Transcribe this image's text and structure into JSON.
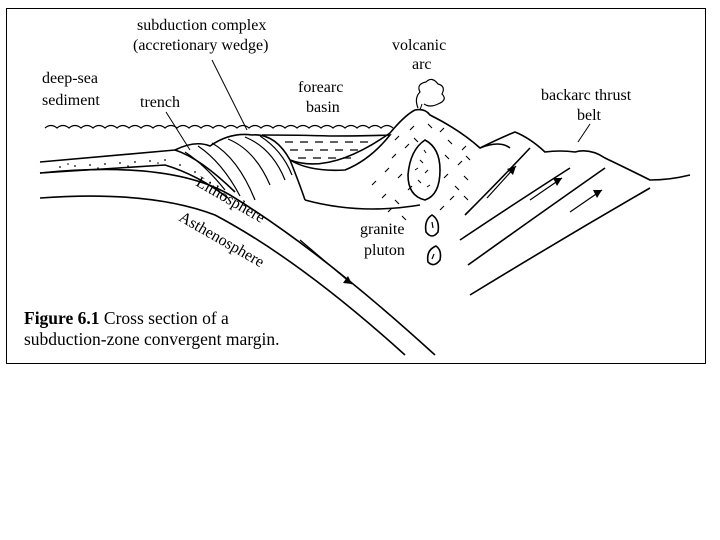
{
  "figure": {
    "labels": {
      "subduction_complex": "subduction complex",
      "accretionary_wedge": "(accretionary wedge)",
      "volcanic": "volcanic",
      "arc": "arc",
      "deep_sea": "deep-sea",
      "sediment": "sediment",
      "trench": "trench",
      "forearc": "forearc",
      "basin": "basin",
      "backarc_thrust": "backarc thrust",
      "belt": "belt",
      "lithosphere": "Lithosphere",
      "asthenosphere": "Asthenosphere",
      "granite": "granite",
      "pluton": "pluton"
    },
    "caption": {
      "number": "Figure 6.1",
      "text_line1": " Cross section of a",
      "text_line2": "subduction-zone convergent margin."
    }
  }
}
